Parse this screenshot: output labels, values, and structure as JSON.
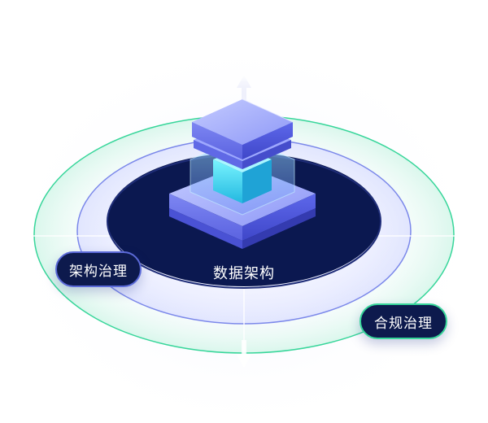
{
  "diagram": {
    "center_label": "数据架构",
    "left_label": "架构治理",
    "right_label": "合规治理"
  },
  "colors": {
    "core_dark": "#0b1850",
    "outer_ring": "#37d69a",
    "mid_ring": "#6f7fe6",
    "cube_top": "#a9b3ff",
    "cube_side": "#5a63e8",
    "cyan_core": "#46e6f4"
  }
}
